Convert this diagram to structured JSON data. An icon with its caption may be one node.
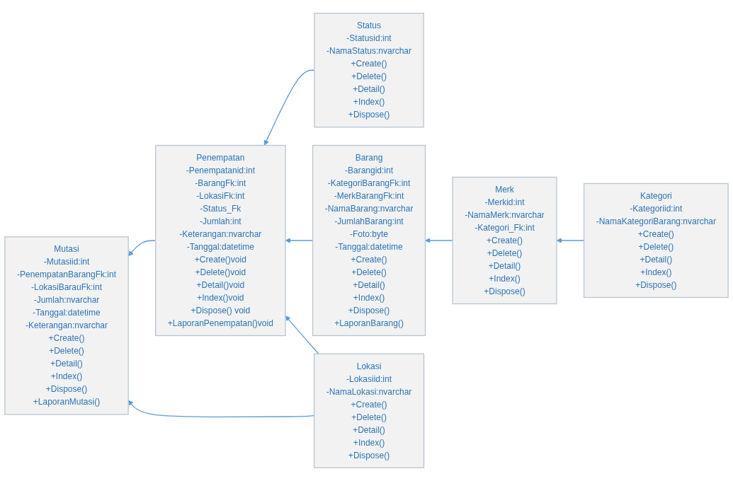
{
  "diagram": {
    "nodes": [
      {
        "text": [
          "Mutasi",
          "-Mutasiid:int",
          "-PenempatanBarangFk:int",
          "-LokasiBarauFk:int",
          "-Jumlah:nvarchar",
          "-Tanggal:datetime",
          "-Keterangan:nvarchar",
          "+Create()",
          "+Delete()",
          "+Detail()",
          "+Index()",
          "+Dispose()",
          "+LaporanMutasi()"
        ]
      },
      {
        "text": [
          "Status",
          "-Statusid:int",
          "-NamaStatus:nvarchar",
          "+Create()",
          "+Delete()",
          "+Detail()",
          "+Index()",
          "+Dispose()"
        ]
      },
      {
        "text": [
          "Kategori",
          "-Kategoriid:int",
          "-NamaKategoriBarang:nvarchar",
          "+Create()",
          "+Delete()",
          "+Detail()",
          "+Index()",
          "+Dispose()"
        ]
      },
      {
        "text": [
          "Penempatan",
          "-Penempatanid:int",
          "-BarangFk:int",
          "-LokasiFk:int",
          "-Status_Fk",
          "-Jumlah:int",
          "-Keterangan:nvarchar",
          "-Tanggal:datetime",
          "+Create()void",
          "+Delete()void",
          "+Detail()void",
          "+Index()void",
          "+Dispose() void",
          "+LaporanPenempatan()void"
        ]
      },
      {
        "text": [
          "Barang",
          "-Barangid:int",
          "-KategoriBarangFk:int",
          "-MerkBarangFk:int",
          "-NamaBarang:nvarchar",
          "-JumlahBarang:int",
          "-Foto:byte",
          "-Tanggal:datetime",
          "+Create()",
          "+Delete()",
          "+Detail()",
          "+Index()",
          "+Dispose()",
          "+LaporanBarang()"
        ]
      },
      {
        "text": [
          "Merk",
          "-Merkid:int",
          "-NamaMerk:nvarchar",
          "-Kategori_Fk:int",
          "+Create()",
          "+Delete()",
          "+Detail()",
          "+Index()",
          "+Dispose()"
        ]
      },
      {
        "text": [
          "Lokasi",
          "-Lokasiid:int",
          "-NamaLokasi:nvarchar",
          "+Create()",
          "+Delete()",
          "+Detail()",
          "+Index()",
          "+Dispose()"
        ]
      }
    ],
    "edges": [
      {
        "from": 3,
        "to": 0,
        "arrow": "to"
      },
      {
        "from": 6,
        "to": 0,
        "arrow": "to"
      },
      {
        "from": 6,
        "to": 3,
        "arrow": "to"
      },
      {
        "from": 1,
        "to": 3,
        "arrow": "to"
      },
      {
        "from": 4,
        "to": 3,
        "arrow": "to"
      },
      {
        "from": 5,
        "to": 4,
        "arrow": "to"
      },
      {
        "from": 2,
        "to": 5,
        "arrow": "to"
      }
    ]
  }
}
